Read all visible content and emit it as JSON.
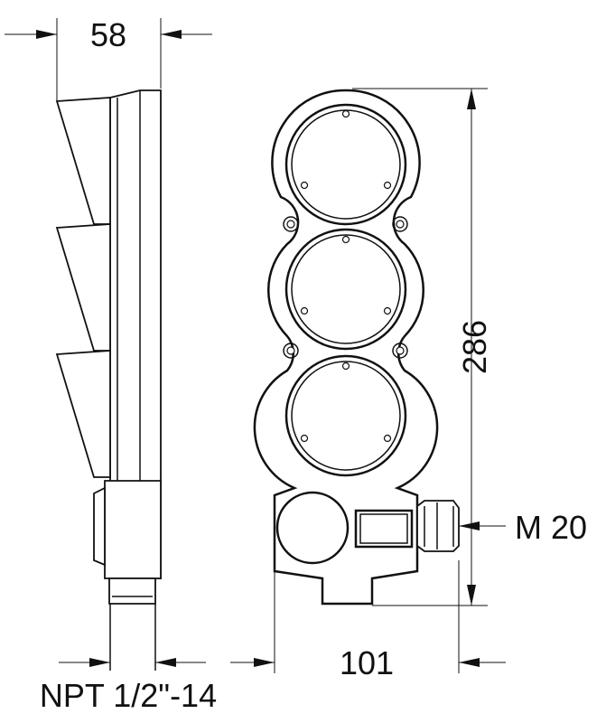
{
  "drawing": {
    "dim_width_side": "58",
    "dim_height": "286",
    "dim_width_front": "101",
    "cable_gland": "M 20",
    "thread": "NPT 1/2\"-14"
  }
}
